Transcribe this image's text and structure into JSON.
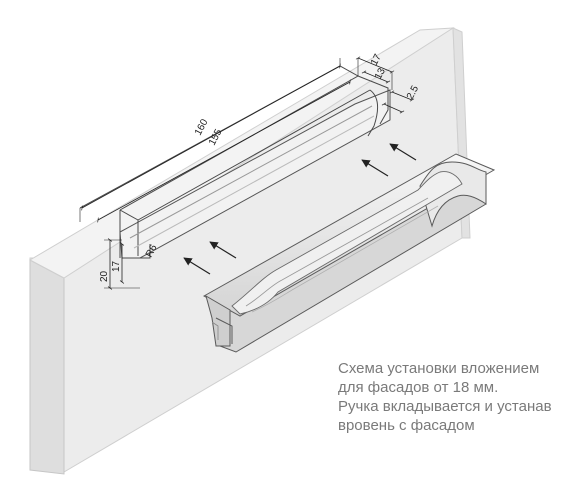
{
  "dimensions": {
    "length_outer": "160",
    "length_inner": "155",
    "width_outer": "17",
    "width_inner": "13",
    "depth_step": "2.5",
    "height_outer": "20",
    "height_inner": "17",
    "radius": "R6"
  },
  "caption": {
    "line1": "Схема установки вложением",
    "line2": "для фасадов от 18 мм.",
    "line3": "Ручка вкладывается и устанав",
    "line4": "вровень с фасадом"
  },
  "colors": {
    "panel_front": "#ebebeb",
    "panel_side": "#dcdcdc",
    "line": "#4a4a4a",
    "text": "#7a7a7a"
  }
}
